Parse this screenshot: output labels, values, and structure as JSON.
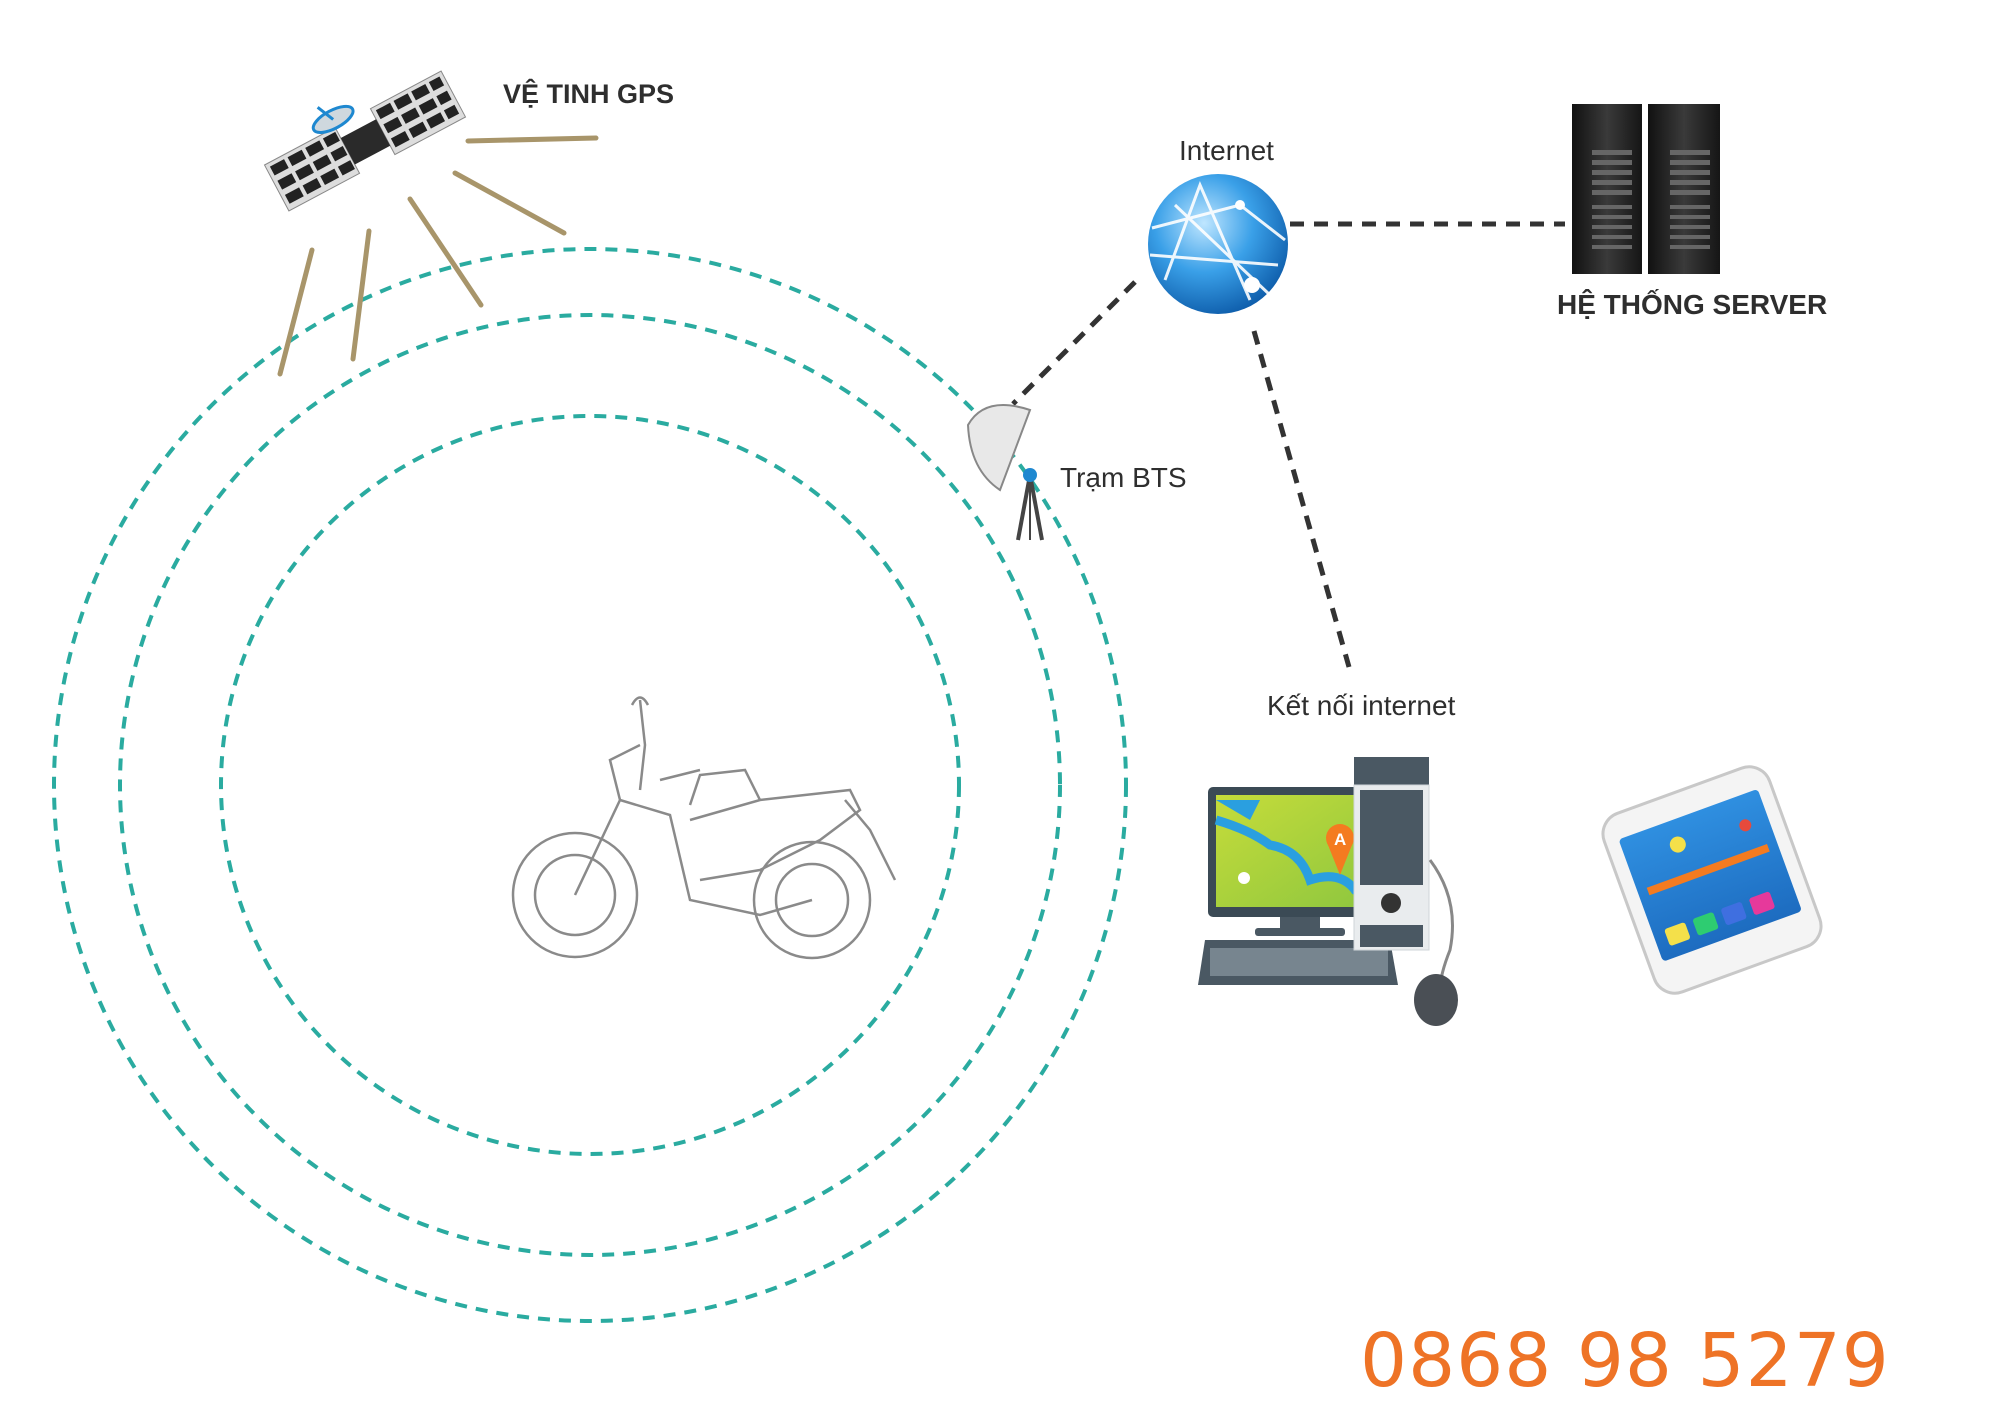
{
  "labels": {
    "gps_satellite": "VỆ TINH GPS",
    "internet": "Internet",
    "server_system": "HỆ THỐNG SERVER",
    "bts_station": "Trạm BTS",
    "internet_connection": "Kết nối internet"
  },
  "map_marker_label": "A",
  "contact": {
    "phone": "0868 98 5279"
  },
  "colors": {
    "signal_rings": "#2aaba0",
    "phone_text": "#ee7326",
    "globe": "#1e88d0",
    "ray": "#a8956a"
  }
}
